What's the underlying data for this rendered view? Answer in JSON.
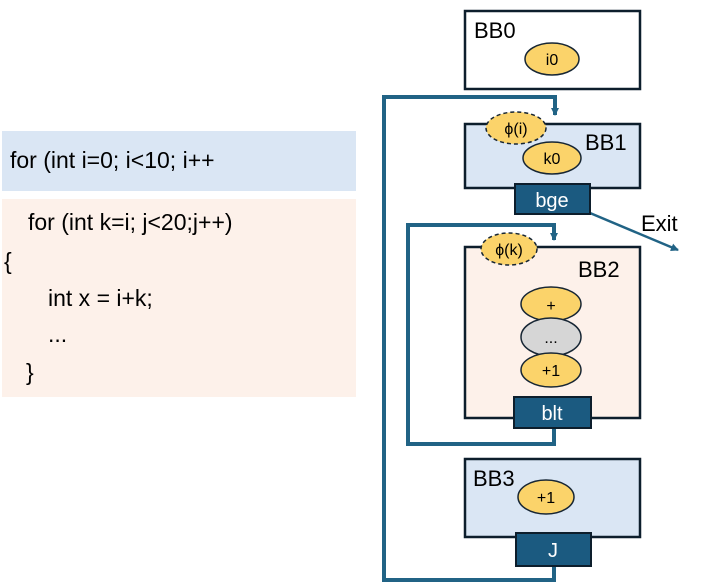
{
  "code": {
    "outer_loop": "for (int i=0; i<10; i++",
    "inner_lines": [
      "for (int k=i; j<20;j++)",
      "{",
      "int x = i+k;",
      "...",
      "}"
    ]
  },
  "cfg": {
    "bb0": {
      "label": "BB0",
      "nodes": [
        "i0"
      ]
    },
    "bb1": {
      "label": "BB1",
      "phi": "ϕ(i)",
      "nodes": [
        "k0"
      ],
      "branch": "bge"
    },
    "bb2": {
      "label": "BB2",
      "phi": "ϕ(k)",
      "nodes": [
        "+",
        "...",
        "+1"
      ],
      "branch": "blt"
    },
    "bb3": {
      "label": "BB3",
      "nodes": [
        "+1"
      ],
      "branch": "J"
    },
    "exit_label": "Exit"
  },
  "colors": {
    "block_blue": "#dae6f4",
    "block_peach": "#fdf1ea",
    "border": "#0d1e2c",
    "node_fill": "#fbd36a",
    "node_stroke": "#172634",
    "gray_node": "#d6d6d6",
    "branch_fill": "#1b5a80",
    "edge": "#216385"
  }
}
